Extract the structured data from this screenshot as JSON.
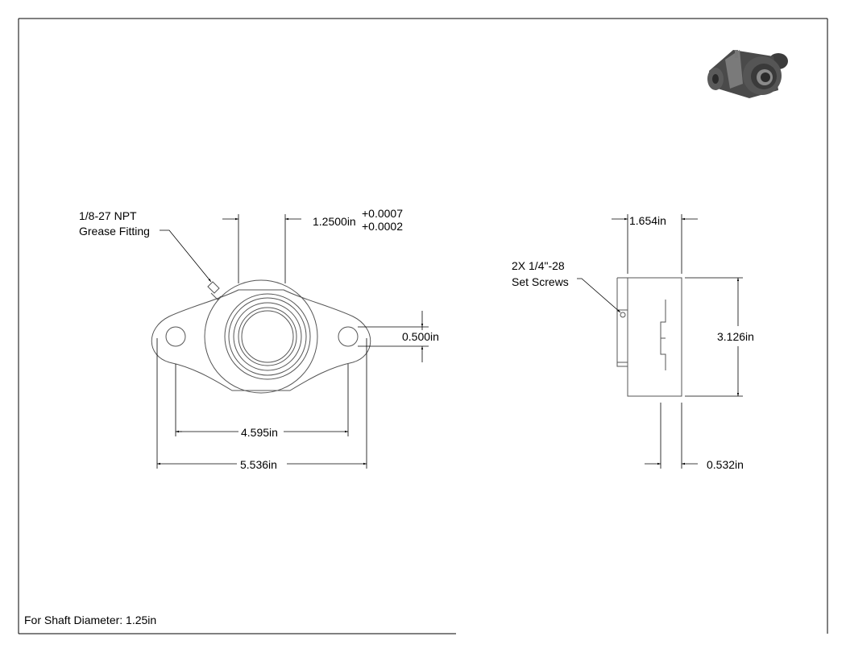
{
  "drawing": {
    "shaft_note": "For Shaft Diameter: 1.25in",
    "callouts": {
      "grease_fitting": [
        "1/8-27 NPT",
        "Grease Fitting"
      ],
      "set_screws": [
        "2X 1/4\"-28",
        "Set Screws"
      ]
    },
    "dimensions": {
      "bore": "1.2500in",
      "bore_tol_plus": "+0.0007",
      "bore_tol_minus": "+0.0002",
      "mount_hole": "0.500in",
      "bolt_spacing": "4.595in",
      "overall_length": "5.536in",
      "width": "1.654in",
      "height": "3.126in",
      "base_offset": "0.532in"
    },
    "colors": {
      "line": "#000000",
      "part_line": "#555555",
      "iso_body": "#4a4a4a",
      "iso_highlight": "#8a8a8a"
    }
  }
}
